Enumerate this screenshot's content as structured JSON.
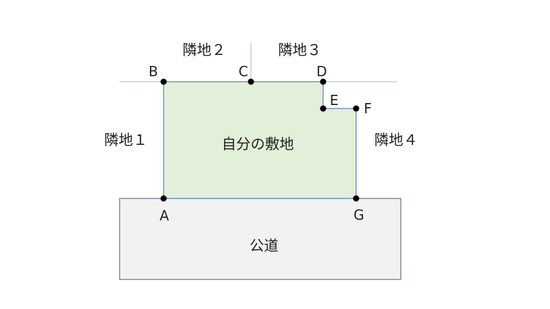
{
  "labels": {
    "neighbor1": "隣地１",
    "neighbor2": "隣地２",
    "neighbor3": "隣地３",
    "neighbor4": "隣地４",
    "own_land": "自分の敷地",
    "public_road": "公道"
  },
  "points": {
    "A": "A",
    "B": "B",
    "C": "C",
    "D": "D",
    "E": "E",
    "F": "F",
    "G": "G"
  },
  "colors": {
    "land_fill": "#e2efd9",
    "land_stroke": "#5b7bb5",
    "road_fill": "#f2f2f2",
    "road_stroke": "#44546a",
    "boundary_line": "#a6bcd6",
    "point": "#000000"
  }
}
